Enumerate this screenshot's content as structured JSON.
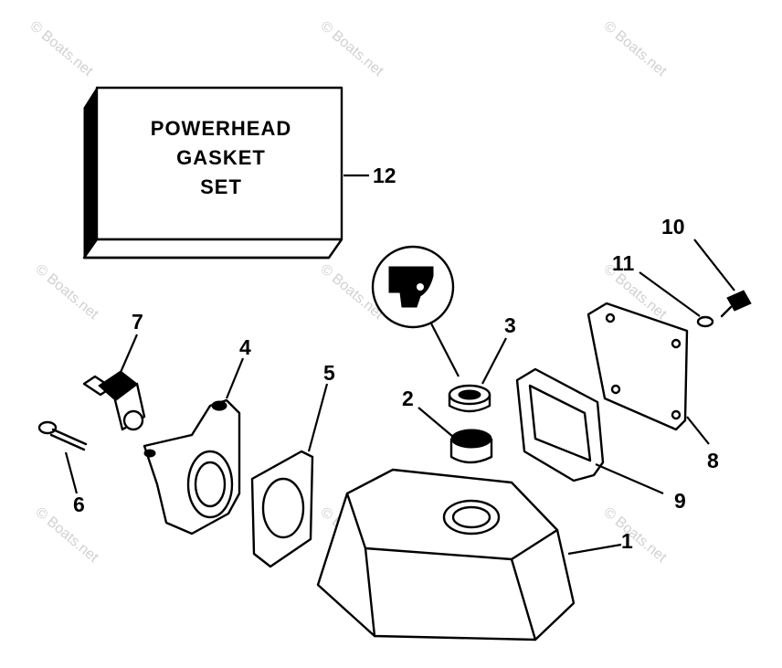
{
  "gasket_box": {
    "line1": "POWERHEAD",
    "line2": "GASKET",
    "line3": "SET"
  },
  "callouts": [
    "1",
    "2",
    "3",
    "4",
    "5",
    "6",
    "7",
    "8",
    "9",
    "10",
    "11",
    "12"
  ],
  "watermark": "© Boats.net",
  "colors": {
    "ink": "#000000",
    "background": "#ffffff",
    "watermark": "#c9c9c9"
  }
}
